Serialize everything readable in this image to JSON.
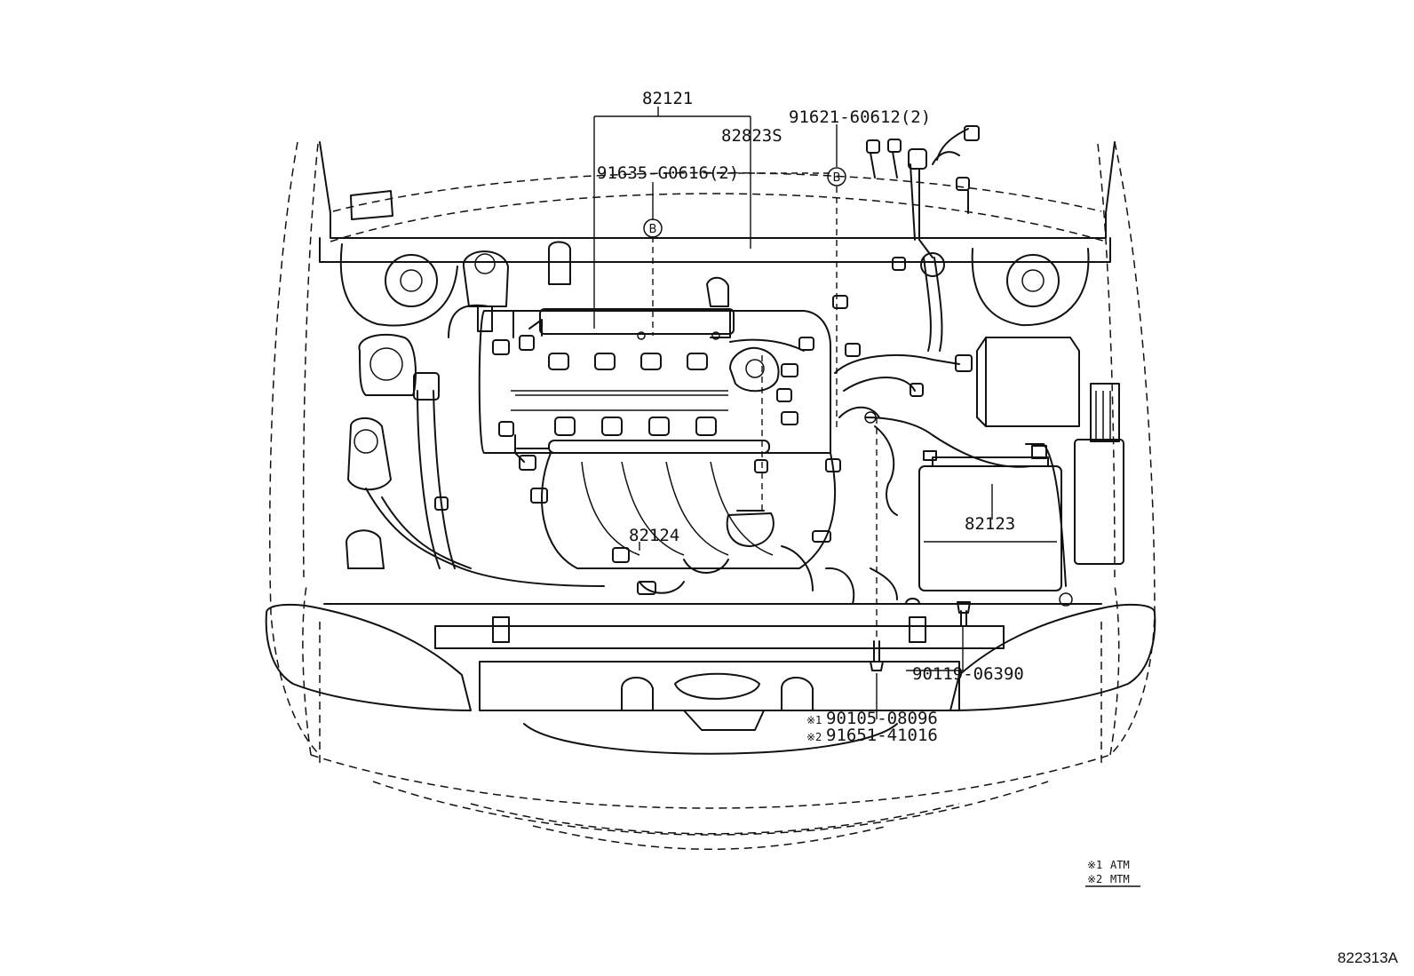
{
  "parts": {
    "p82121": "82121",
    "p82823S": "82823S",
    "p91621": "91621-60612(2)",
    "p91635": "91635-G0616(2)",
    "p82124": "82124",
    "p82123": "82123",
    "p90119": "90119-06390",
    "p90105": "90105-08096",
    "p91651": "91651-41016"
  },
  "markers": {
    "p90105": "※1",
    "p91651": "※2"
  },
  "bubbles": {
    "b1": "B",
    "b2": "B"
  },
  "legend": {
    "row1_mark": "※1",
    "row1_text": "ATM",
    "row2_mark": "※2",
    "row2_text": "MTM"
  },
  "figure_id": "822313A"
}
